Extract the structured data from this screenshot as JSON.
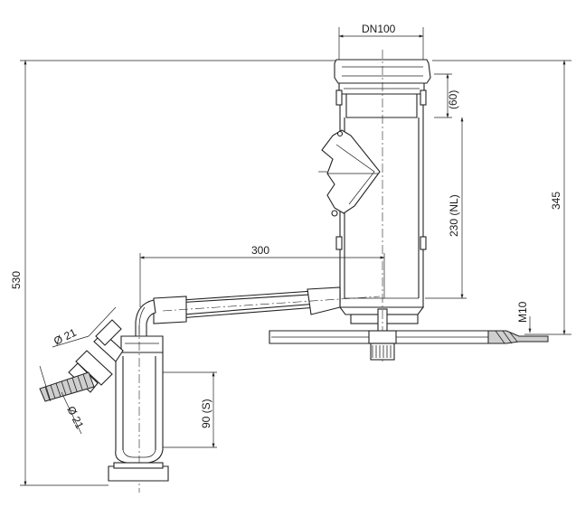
{
  "diagram": {
    "labels": {
      "dn": "DN100",
      "height_total": "530",
      "height_upper": "345",
      "spacing_60": "(60)",
      "nl": "230 (NL)",
      "length": "300",
      "thread": "M10",
      "dia_top": "Ø 21",
      "dia_bottom": "Ø 21",
      "seal": "90 (S)"
    },
    "colors": {
      "line": "#222222",
      "fill": "#cfcfcf"
    }
  }
}
